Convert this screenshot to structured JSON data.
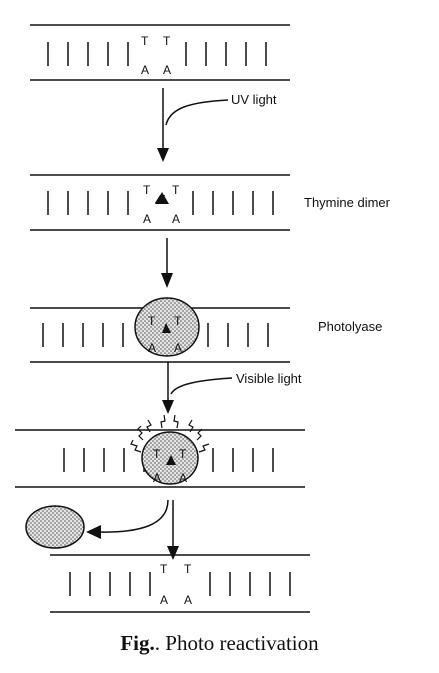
{
  "labels": {
    "uv_light": "UV light",
    "thymine_dimer": "Thymine dimer",
    "photolyase": "Photolyase",
    "visible_light": "Visible light"
  },
  "bases": {
    "t": "T",
    "a": "A"
  },
  "caption": {
    "prefix": "Fig.",
    "number": "",
    "text": ". Photo reactivation"
  },
  "colors": {
    "line": "#111111",
    "enzyme_fill": "#d8d8d8"
  }
}
